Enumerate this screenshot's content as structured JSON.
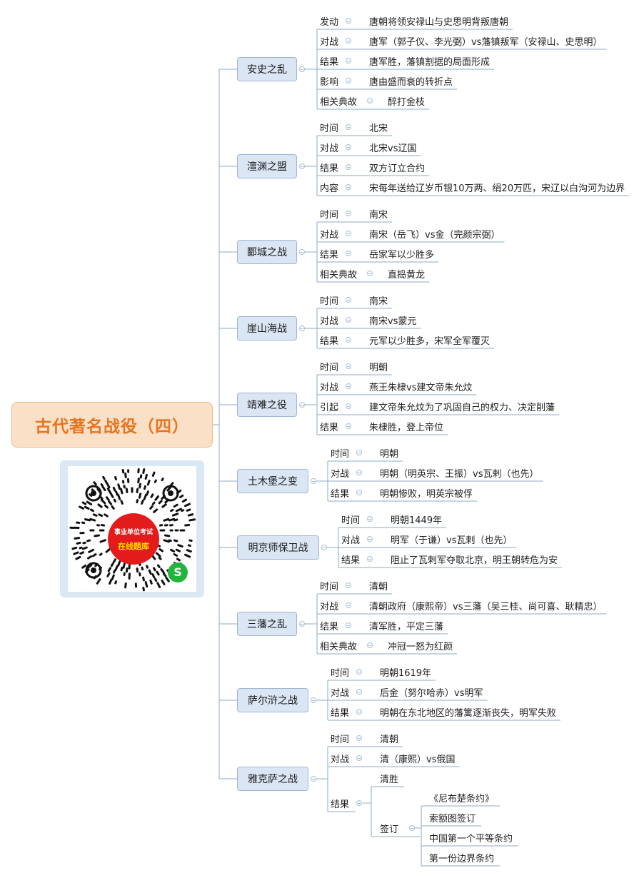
{
  "title": "古代著名战役（四）",
  "qr": {
    "badge_top": "事业单位考试",
    "badge_main": "在线题库"
  },
  "battles": [
    {
      "name": "安史之乱",
      "items": [
        {
          "k": "发动",
          "v": "唐朝将领安禄山与史思明背叛唐朝"
        },
        {
          "k": "对战",
          "v": "唐军（郭子仪、李光弼）vs藩镇叛军（安禄山、史思明）"
        },
        {
          "k": "结果",
          "v": "唐军胜，藩镇割据的局面形成"
        },
        {
          "k": "影响",
          "v": "唐由盛而衰的转折点"
        },
        {
          "k": "相关典故",
          "v": "醉打金枝"
        }
      ]
    },
    {
      "name": "澶渊之盟",
      "items": [
        {
          "k": "时间",
          "v": "北宋"
        },
        {
          "k": "对战",
          "v": "北宋vs辽国"
        },
        {
          "k": "结果",
          "v": "双方订立合约"
        },
        {
          "k": "内容",
          "v": "宋每年送给辽岁币银10万两、绢20万匹，宋辽以白沟河为边界"
        }
      ]
    },
    {
      "name": "郾城之战",
      "items": [
        {
          "k": "时间",
          "v": "南宋"
        },
        {
          "k": "对战",
          "v": "南宋（岳飞）vs金（完颜宗弼）"
        },
        {
          "k": "结果",
          "v": "岳家军以少胜多"
        },
        {
          "k": "相关典故",
          "v": "直捣黄龙"
        }
      ]
    },
    {
      "name": "崖山海战",
      "items": [
        {
          "k": "时间",
          "v": "南宋"
        },
        {
          "k": "对战",
          "v": "南宋vs蒙元"
        },
        {
          "k": "结果",
          "v": "元军以少胜多，宋军全军覆灭"
        }
      ]
    },
    {
      "name": "靖难之役",
      "items": [
        {
          "k": "时间",
          "v": "明朝"
        },
        {
          "k": "对战",
          "v": "燕王朱棣vs建文帝朱允炆"
        },
        {
          "k": "引起",
          "v": "建文帝朱允炆为了巩固自己的权力、决定削藩"
        },
        {
          "k": "结果",
          "v": "朱棣胜，登上帝位"
        }
      ]
    },
    {
      "name": "土木堡之变",
      "items": [
        {
          "k": "时间",
          "v": "明朝"
        },
        {
          "k": "对战",
          "v": "明朝（明英宗、王振）vs瓦剌（也先）"
        },
        {
          "k": "结果",
          "v": "明朝惨败，明英宗被俘"
        }
      ]
    },
    {
      "name": "明京师保卫战",
      "items": [
        {
          "k": "时间",
          "v": "明朝1449年"
        },
        {
          "k": "对战",
          "v": "明军（于谦）vs瓦剌（也先）"
        },
        {
          "k": "结果",
          "v": "阻止了瓦剌军夺取北京，明王朝转危为安"
        }
      ]
    },
    {
      "name": "三藩之乱",
      "items": [
        {
          "k": "时间",
          "v": "清朝"
        },
        {
          "k": "对战",
          "v": "清朝政府（康熙帝）vs三藩（吴三桂、尚可喜、耿精忠）"
        },
        {
          "k": "结果",
          "v": "清军胜，平定三藩"
        },
        {
          "k": "相关典故",
          "v": "冲冠一怒为红颜"
        }
      ]
    },
    {
      "name": "萨尔浒之战",
      "items": [
        {
          "k": "时间",
          "v": "明朝1619年"
        },
        {
          "k": "对战",
          "v": "后金（努尔哈赤）vs明军"
        },
        {
          "k": "结果",
          "v": "明朝在东北地区的藩篱逐渐丧失，明军失败"
        }
      ]
    },
    {
      "name": "雅克萨之战",
      "items": [
        {
          "k": "时间",
          "v": "清朝"
        },
        {
          "k": "对战",
          "v": "清（康熙）vs俄国"
        },
        {
          "k": "结果",
          "sub": [
            {
              "t": "清胜"
            },
            {
              "t": "签订",
              "sub": [
                "《尼布楚条约》",
                "索额图签订",
                "中国第一个平等条约",
                "第一份边界条约"
              ]
            }
          ]
        }
      ]
    }
  ]
}
